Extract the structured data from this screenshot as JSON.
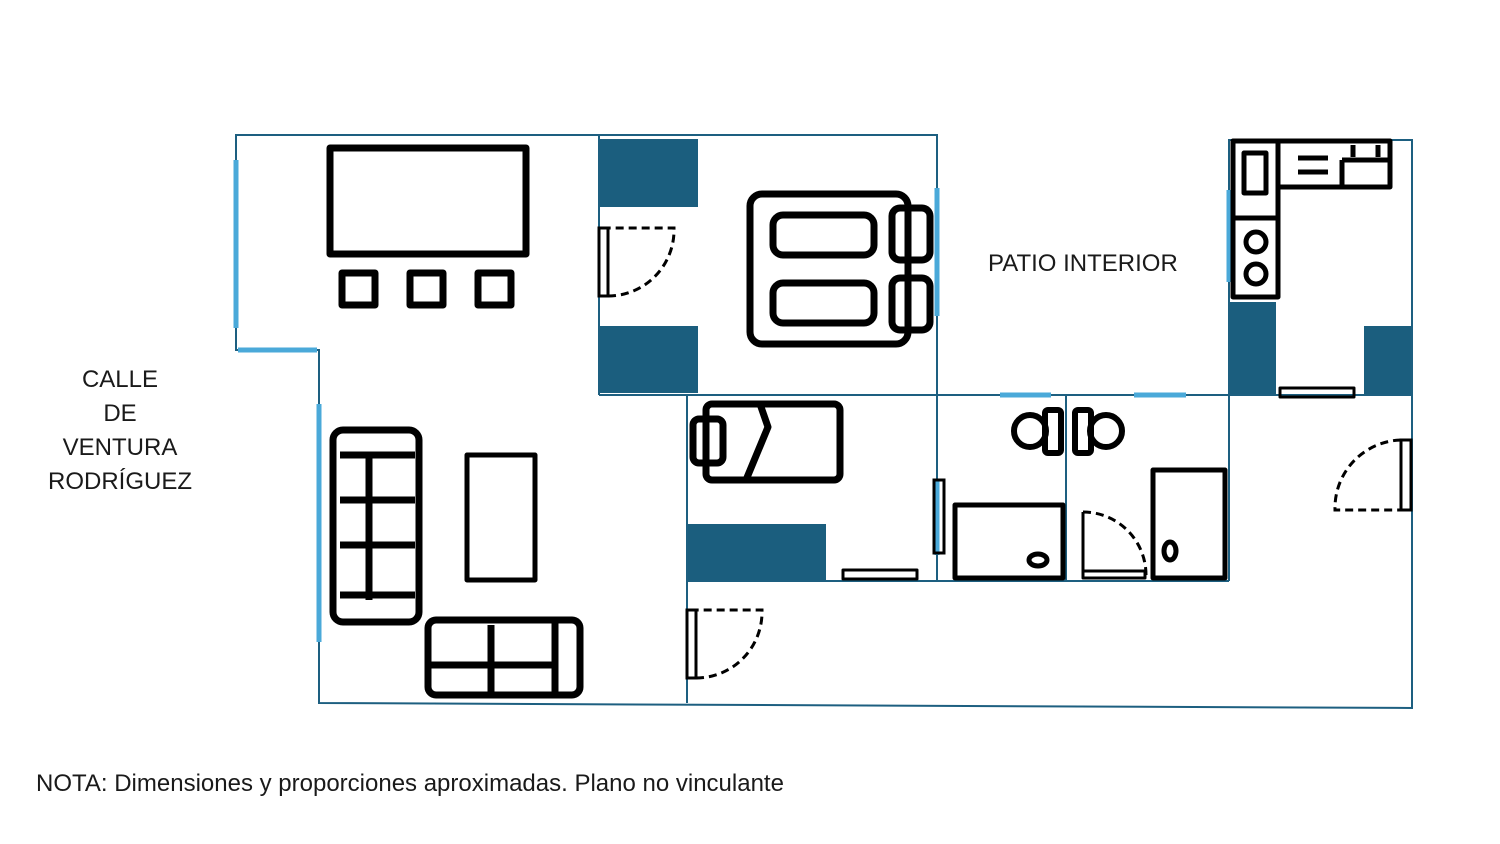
{
  "labels": {
    "street": [
      "CALLE",
      "DE",
      "VENTURA",
      "RODRÍGUEZ"
    ],
    "patio": "PATIO INTERIOR",
    "note": "NOTA: Dimensiones y proporciones aproximadas. Plano no vinculante"
  },
  "colors": {
    "wall": "#1d5f80",
    "window": "#4aa9d9",
    "closet": "#1b5e7e",
    "furniture": "#000000",
    "background": "#ffffff"
  },
  "icons": [
    "dining-table-icon",
    "stool-icon",
    "double-bed-icon",
    "single-bed-icon",
    "sofa-icon",
    "coffee-table-icon",
    "toilet-icon",
    "shower-tray-icon",
    "kitchen-stove-icon",
    "kitchen-sink-icon",
    "door-swing-icon",
    "wardrobe-icon"
  ]
}
